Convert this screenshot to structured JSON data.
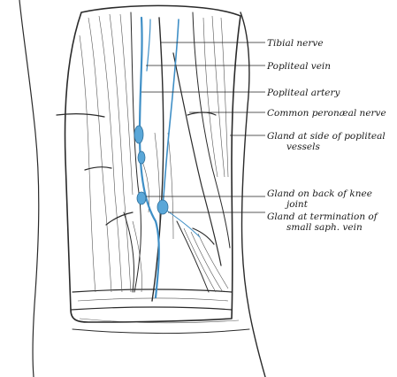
{
  "labels": [
    {
      "lines": [
        "Tibial nerve"
      ]
    },
    {
      "lines": [
        "Popliteal vein"
      ]
    },
    {
      "lines": [
        "Popliteal artery"
      ]
    },
    {
      "lines": [
        "Common peronæal nerve"
      ]
    },
    {
      "lines": [
        "Gland at side of popliteal",
        "vessels"
      ]
    },
    {
      "lines": [
        "Gland on back of knee",
        "joint"
      ]
    },
    {
      "lines": [
        "Gland at termination of",
        "small saph. vein"
      ]
    }
  ],
  "colors": {
    "vein": "#3f8fc6",
    "gland": "#5aa7d8",
    "ink": "#2a2a2a"
  }
}
